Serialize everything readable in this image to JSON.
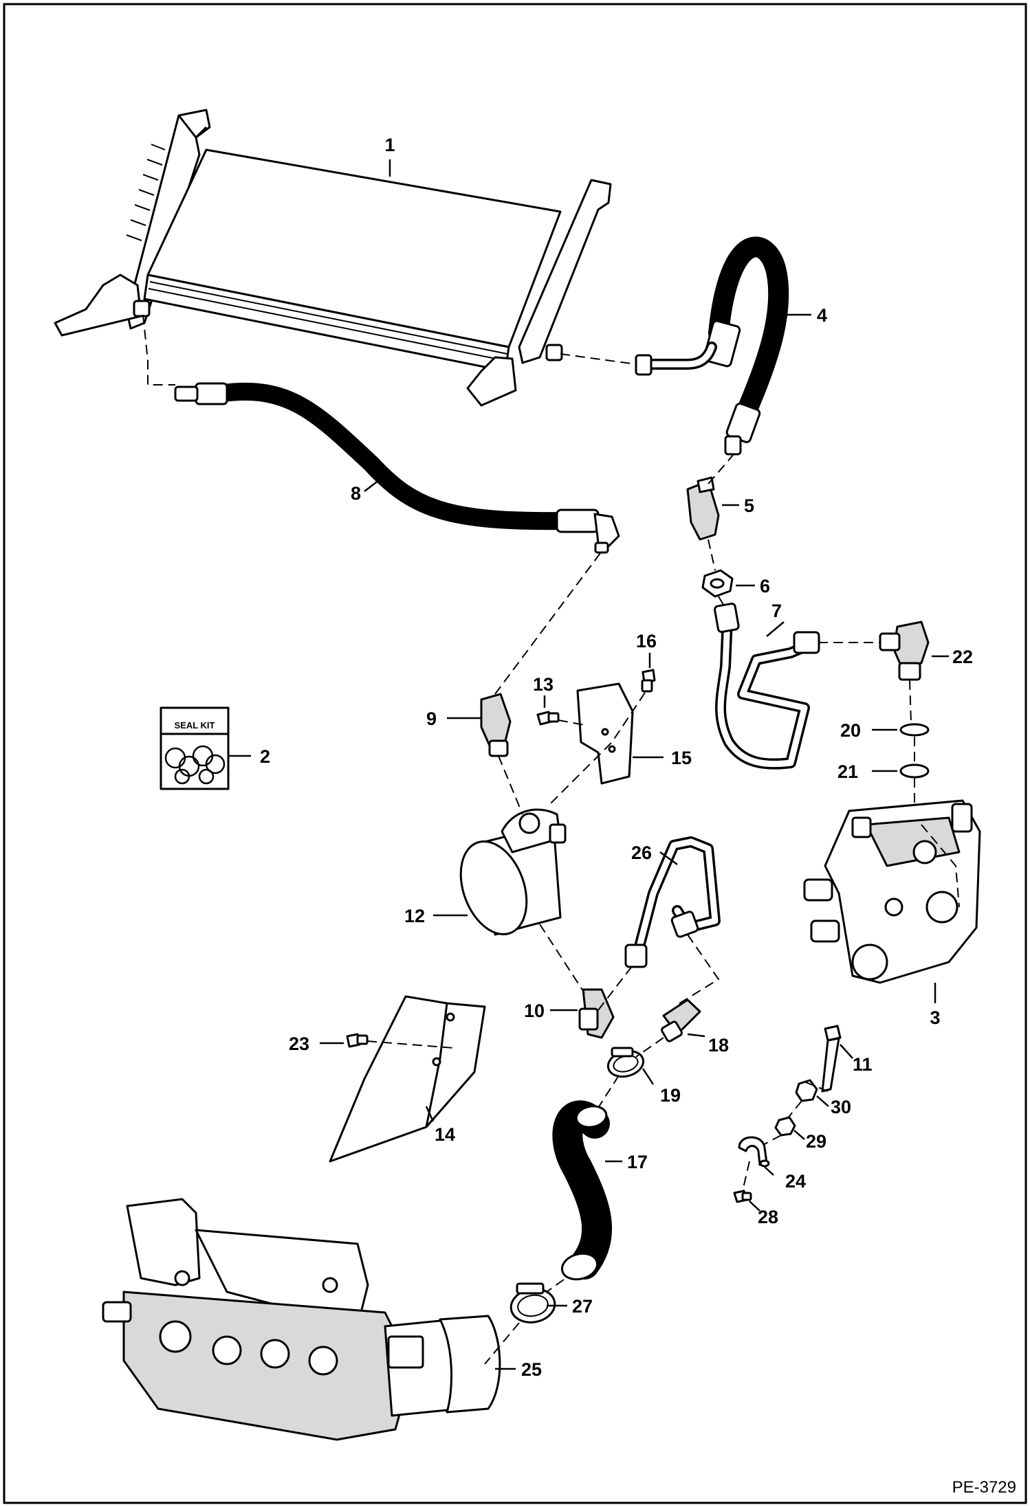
{
  "diagram": {
    "reference_code": "PE-3729",
    "seal_kit_label": "SEAL KIT",
    "callouts": {
      "c1": "1",
      "c2": "2",
      "c3": "3",
      "c4": "4",
      "c5": "5",
      "c6": "6",
      "c7": "7",
      "c8": "8",
      "c9": "9",
      "c10": "10",
      "c11": "11",
      "c12": "12",
      "c13": "13",
      "c14": "14",
      "c15": "15",
      "c16": "16",
      "c17": "17",
      "c18": "18",
      "c19": "19",
      "c20": "20",
      "c21": "21",
      "c22": "22",
      "c23": "23",
      "c24": "24",
      "c25": "25",
      "c26": "26",
      "c27": "27",
      "c28": "28",
      "c29": "29",
      "c30": "30"
    }
  }
}
